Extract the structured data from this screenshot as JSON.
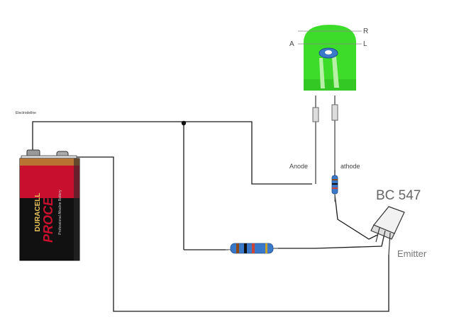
{
  "labels": {
    "tiny_wire_label": "Electrodeline",
    "anode": "Anode",
    "cathode": "athode",
    "transistor": "BC 547",
    "emitter": "Emitter",
    "led_right_top": "R",
    "led_right_bottom": "L",
    "led_left": "A"
  },
  "battery": {
    "brand": "DURACELL",
    "product": "PROCELL",
    "tagline": "Professional Alkaline Battery"
  },
  "colors": {
    "wire": "#1a1a1a",
    "led_green": "#3ddc2a",
    "led_dark_green": "#22a81a",
    "battery_red": "#c8102e",
    "battery_black": "#111111",
    "battery_copper": "#b87333",
    "resistor_blue": "#3a78c9"
  }
}
